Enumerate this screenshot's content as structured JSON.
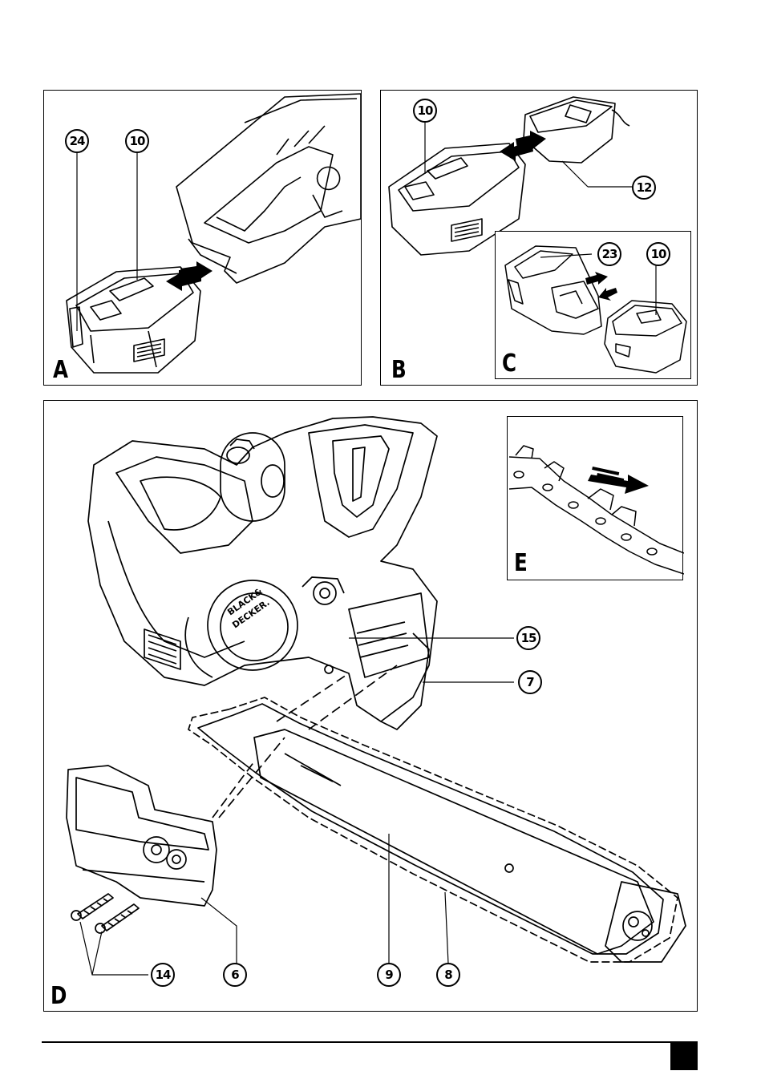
{
  "panels": {
    "A": {
      "letter": "A",
      "callouts": [
        "24",
        "10"
      ],
      "parts": [
        "battery-pack",
        "chainsaw-handle-battery-slot"
      ]
    },
    "B": {
      "letter": "B",
      "callouts": [
        "10",
        "12"
      ],
      "parts": [
        "battery-pack",
        "charger"
      ]
    },
    "C": {
      "letter": "C",
      "callouts": [
        "23",
        "10"
      ],
      "parts": [
        "charger-base",
        "battery-pack"
      ]
    },
    "D": {
      "letter": "D",
      "callouts": [
        "15",
        "7",
        "14",
        "6",
        "9",
        "8"
      ],
      "parts": [
        "chainsaw-body",
        "saw-chain",
        "guide-bar",
        "side-cover",
        "screws"
      ],
      "brand": "BLACK & DECKER"
    },
    "E": {
      "letter": "E",
      "parts": [
        "saw-chain-detail",
        "direction-arrow"
      ]
    }
  },
  "colors": {
    "line": "#000000",
    "background": "#ffffff"
  }
}
